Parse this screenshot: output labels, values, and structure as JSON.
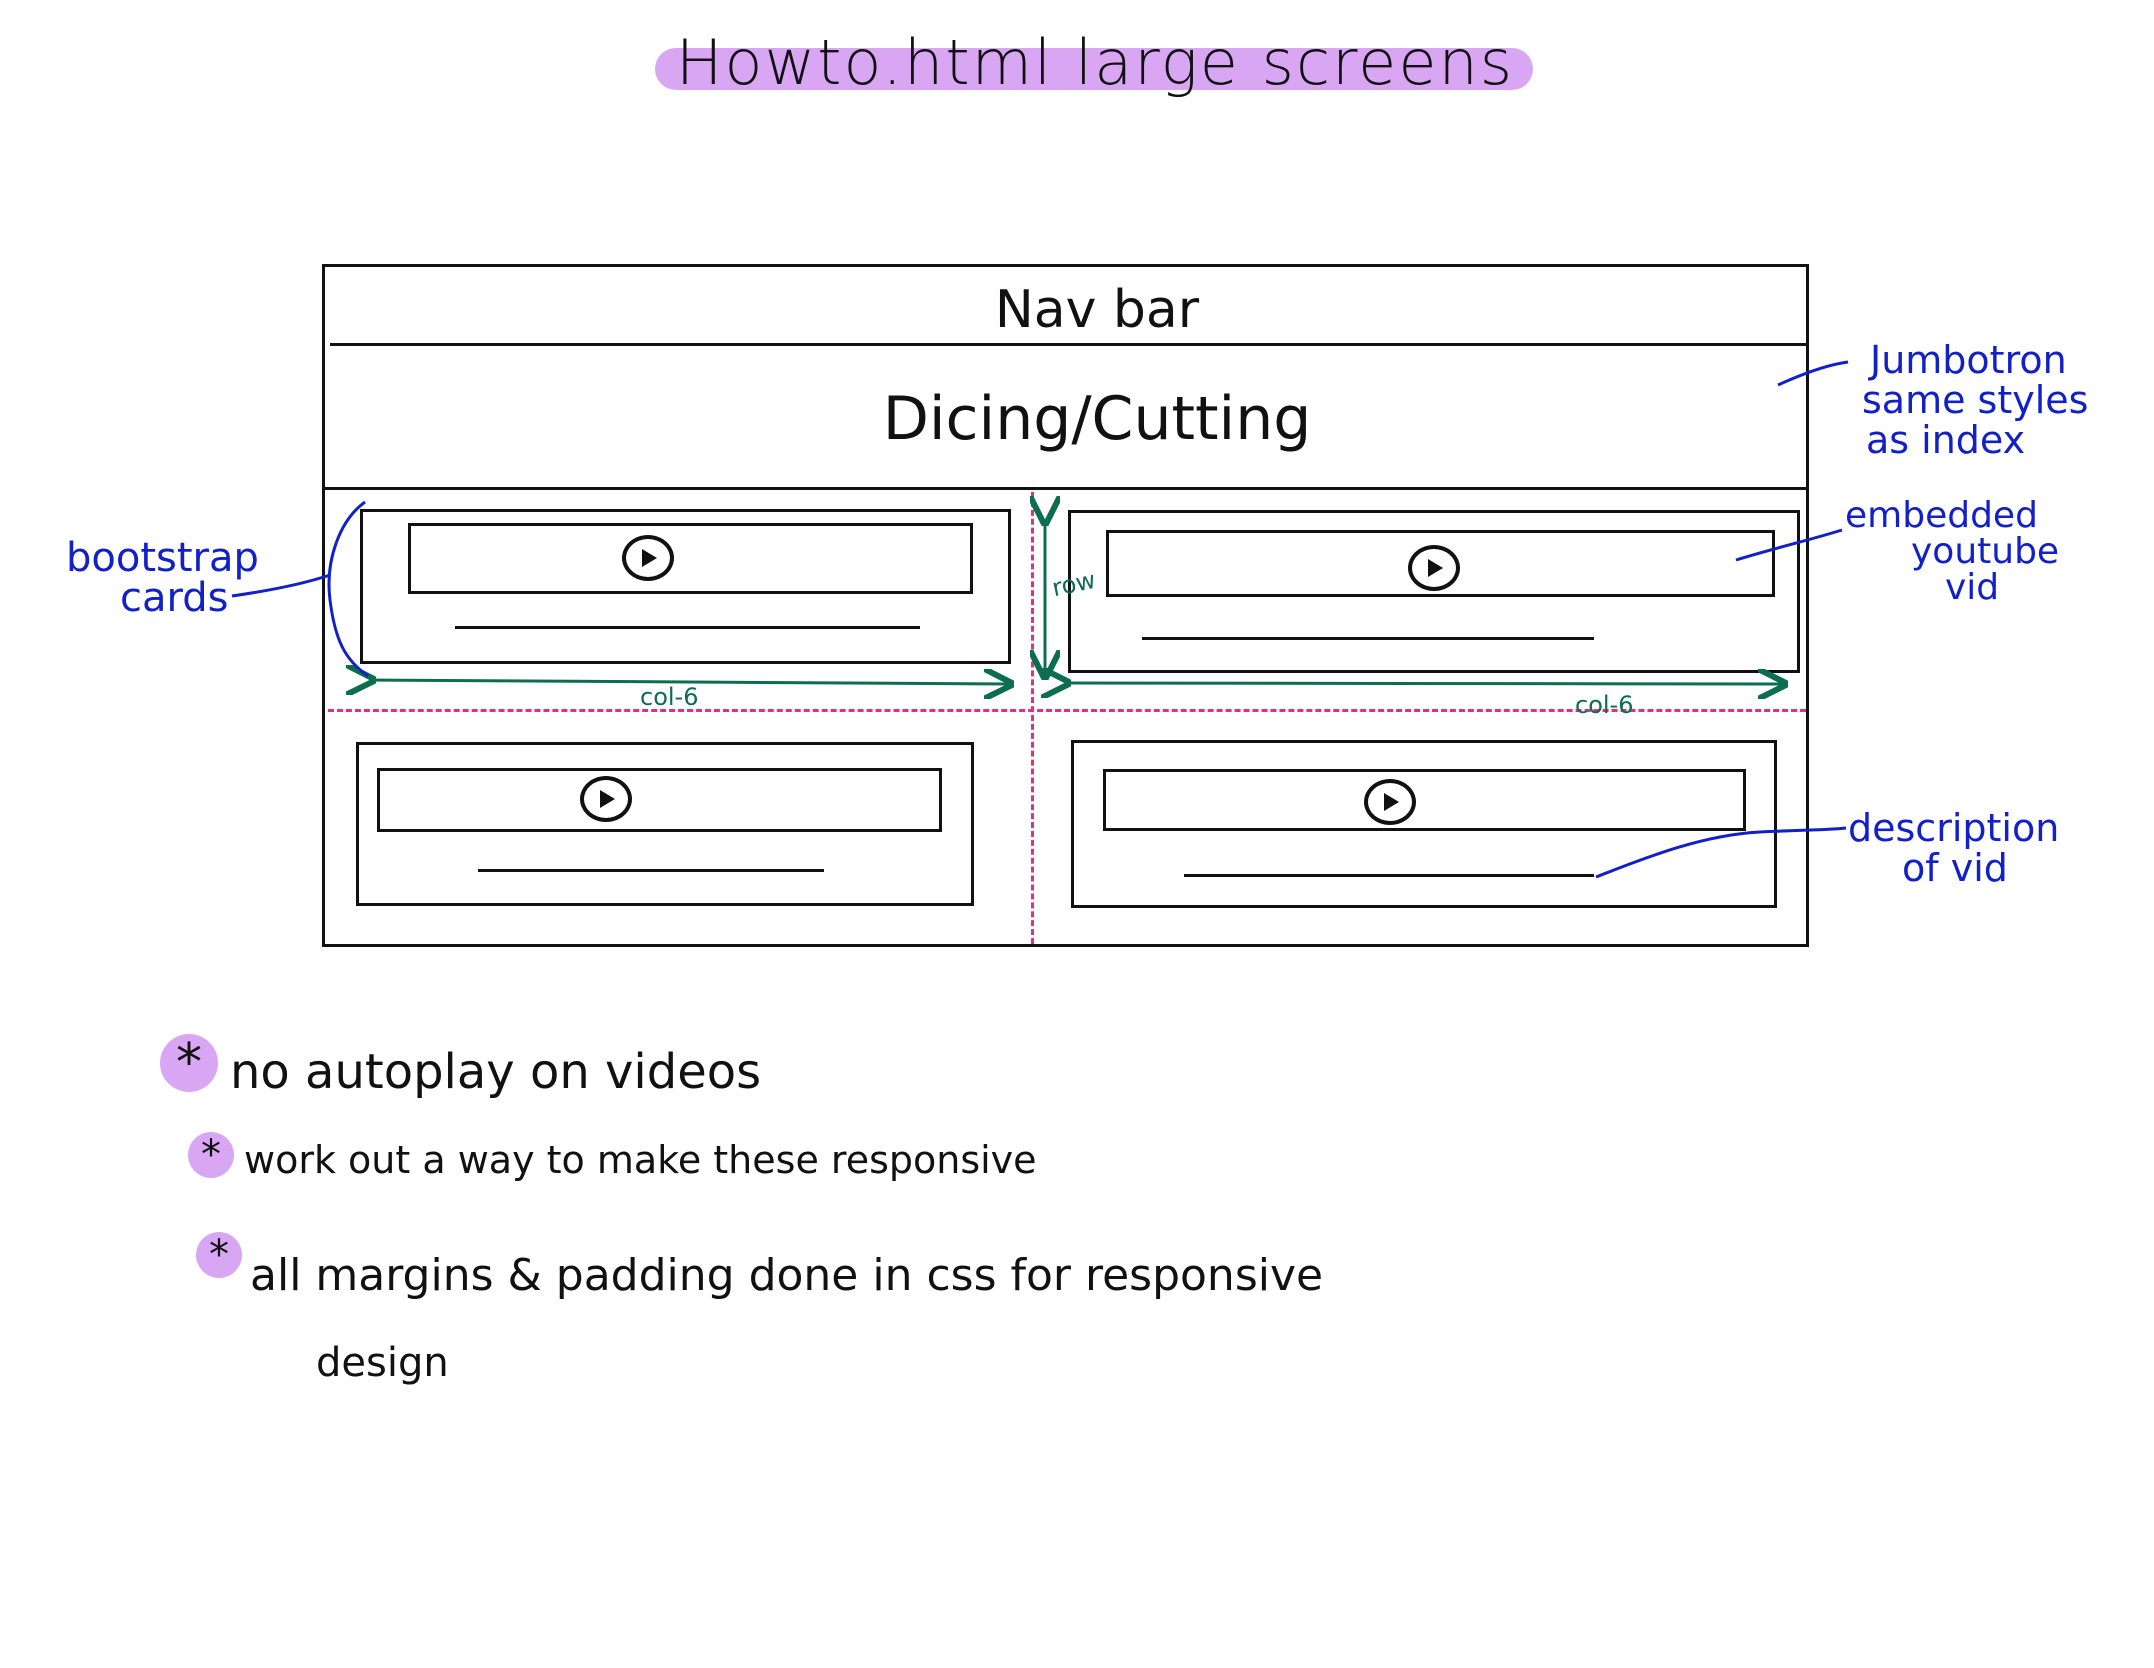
{
  "title": "Howto.html  large screens",
  "wireframe": {
    "navbar_label": "Nav bar",
    "jumbotron_label": "Dicing/Cutting",
    "row_label": "row",
    "col_left_label": "col-6",
    "col_right_label": "col-6"
  },
  "annotations": {
    "cards": [
      "bootstrap",
      "cards"
    ],
    "jumbotron": [
      "Jumbotron",
      "same styles",
      "as index"
    ],
    "video": [
      "embedded",
      "youtube",
      "vid"
    ],
    "description": [
      "description",
      "of vid"
    ]
  },
  "notes": [
    "no autoplay on videos",
    "work out a way to make these responsive",
    "all margins & padding done in css for responsive",
    "design"
  ],
  "colors": {
    "ink": "#111111",
    "highlight": "#d9a6f3",
    "annotation_blue": "#1220c8",
    "grid_green": "#0d6e4f",
    "divider_pink": "#e0307f"
  }
}
